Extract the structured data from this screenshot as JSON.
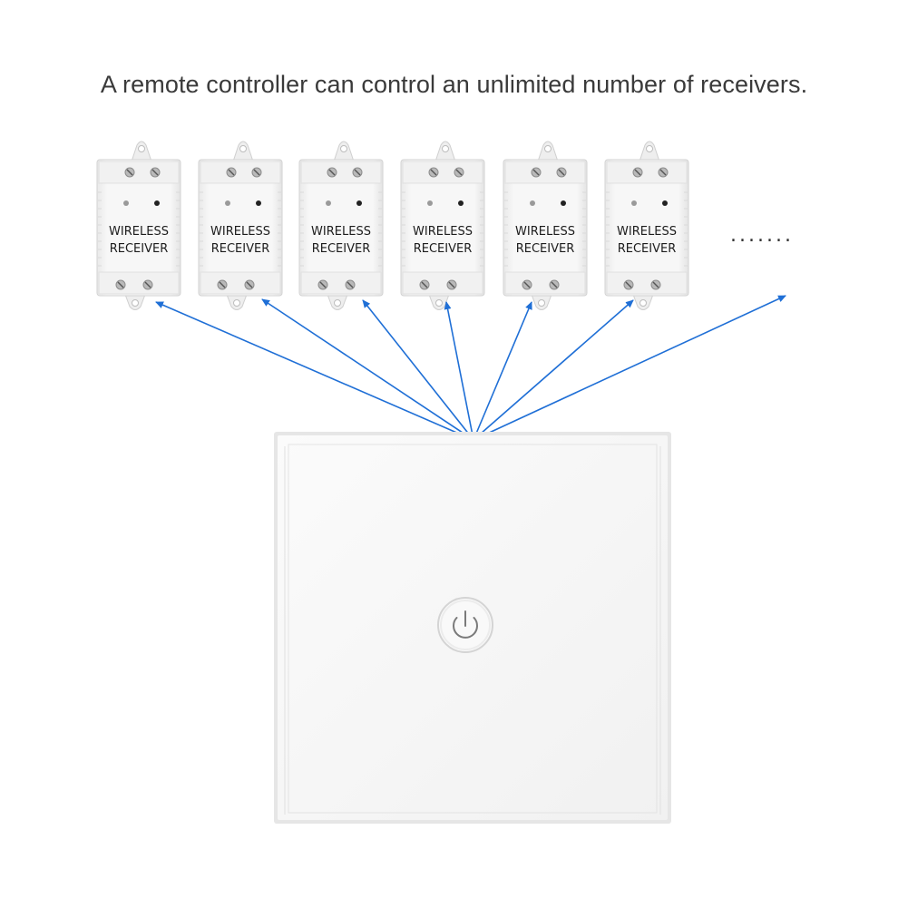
{
  "caption": "A remote controller can control an unlimited number of receivers.",
  "receiver": {
    "label_line1": "WIRELESS",
    "label_line2": "RECEIVER",
    "count": 6
  },
  "more_indicator": ".......",
  "colors": {
    "signal_arrow": "#1f6fd6",
    "receiver_body": "#f3f3f3",
    "switch_panel": "#f6f6f6",
    "text": "#3a3a3a"
  },
  "icons": {
    "switch_button": "power-icon",
    "arrow": "arrow-head-icon"
  }
}
